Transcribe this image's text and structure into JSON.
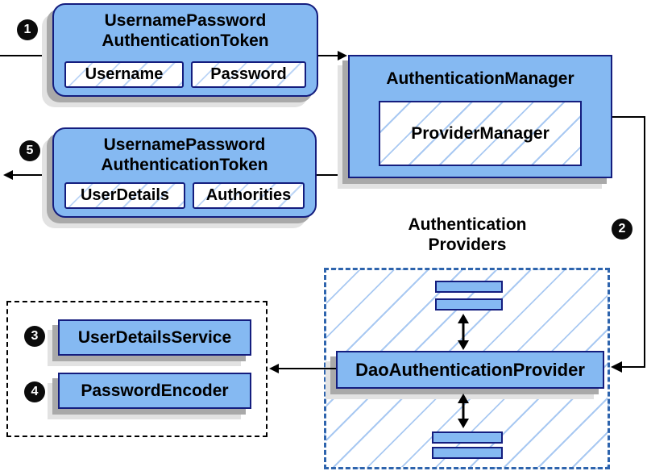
{
  "diagram": {
    "steps": {
      "step1": "1",
      "step2": "2",
      "step3": "3",
      "step4": "4",
      "step5": "5"
    },
    "nodes": {
      "request_token": {
        "title_line1": "UsernamePassword",
        "title_line2": "AuthenticationToken",
        "fields": [
          "Username",
          "Password"
        ]
      },
      "authentication_manager": {
        "label": "AuthenticationManager",
        "provider_manager": "ProviderManager"
      },
      "response_token": {
        "title_line1": "UsernamePassword",
        "title_line2": "AuthenticationToken",
        "fields": [
          "UserDetails",
          "Authorities"
        ]
      },
      "providers_group": {
        "heading_line1": "Authentication",
        "heading_line2": "Providers",
        "dao_provider": "DaoAuthenticationProvider"
      },
      "beans_group": {
        "user_details_service": "UserDetailsService",
        "password_encoder": "PasswordEncoder"
      }
    },
    "colors": {
      "node_fill": "#85B9F2",
      "node_border": "#141D7E",
      "hatch_line": "#A9C9F2",
      "shadow_dark": "#A9A9A9",
      "shadow_light": "#E2E2E2",
      "providers_dashed_border": "#2E64AD",
      "beans_dashed_border": "#000000",
      "connector": "#000000",
      "badge_background": "#0B0B0B",
      "badge_text": "#FFFFFF"
    }
  }
}
